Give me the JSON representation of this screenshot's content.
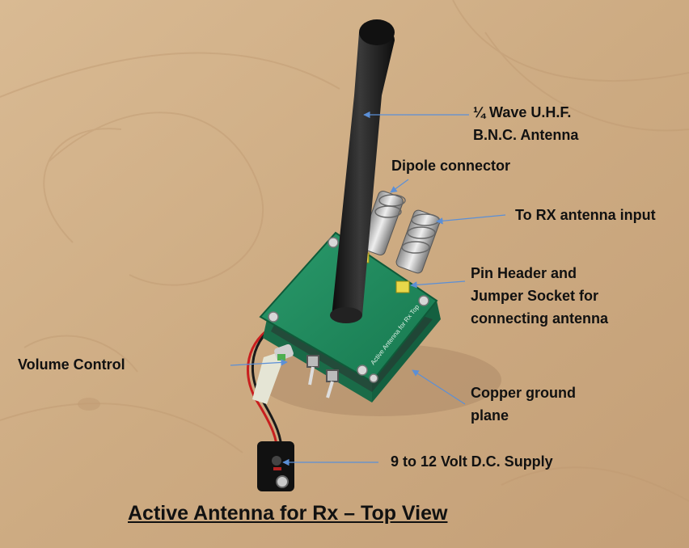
{
  "labels": {
    "antenna_line1": "¼ Wave U.H.F.",
    "antenna_line2": "B.N.C. Antenna",
    "dipole": "Dipole connector",
    "rx_input": "To RX antenna input",
    "pin_header_line1": "Pin Header and",
    "pin_header_line2": "Jumper Socket for",
    "pin_header_line3": "connecting antenna",
    "volume": "Volume Control",
    "ground_line1": "Copper ground",
    "ground_line2": "plane",
    "supply": "9 to 12 Volt D.C. Supply"
  },
  "caption": "Active Antenna for Rx – Top View",
  "pcb_marking": "Active Antenna for Rx Top",
  "colors": {
    "desk": "#cfae87",
    "pcb": "#1f8a5e",
    "antenna": "#1a1a1a",
    "arrow": "#5b8fd6",
    "text": "#111111"
  }
}
